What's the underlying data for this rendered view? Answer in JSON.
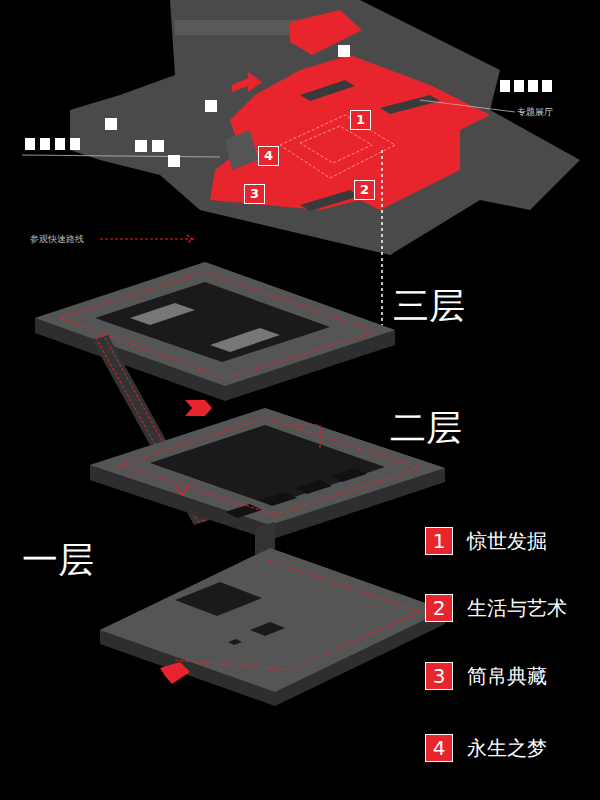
{
  "diagram": {
    "nodes": [
      {
        "text": [
          "1"
        ]
      },
      {
        "text": [
          "4"
        ]
      },
      {
        "text": [
          "3"
        ]
      },
      {
        "text": [
          "2"
        ]
      }
    ],
    "labels": [
      "专题展厅",
      "三层",
      "二层",
      "一层",
      "1",
      "2",
      "3",
      "4"
    ],
    "legend": [
      {
        "text": "参观快速路线"
      },
      {
        "text": "惊世发掘",
        "color": "#e8242c"
      },
      {
        "text": "生活与艺术",
        "color": "#e8242c"
      },
      {
        "text": "简帛典藏",
        "color": "#e8242c"
      },
      {
        "text": "永生之梦",
        "color": "#e8242c"
      }
    ]
  }
}
